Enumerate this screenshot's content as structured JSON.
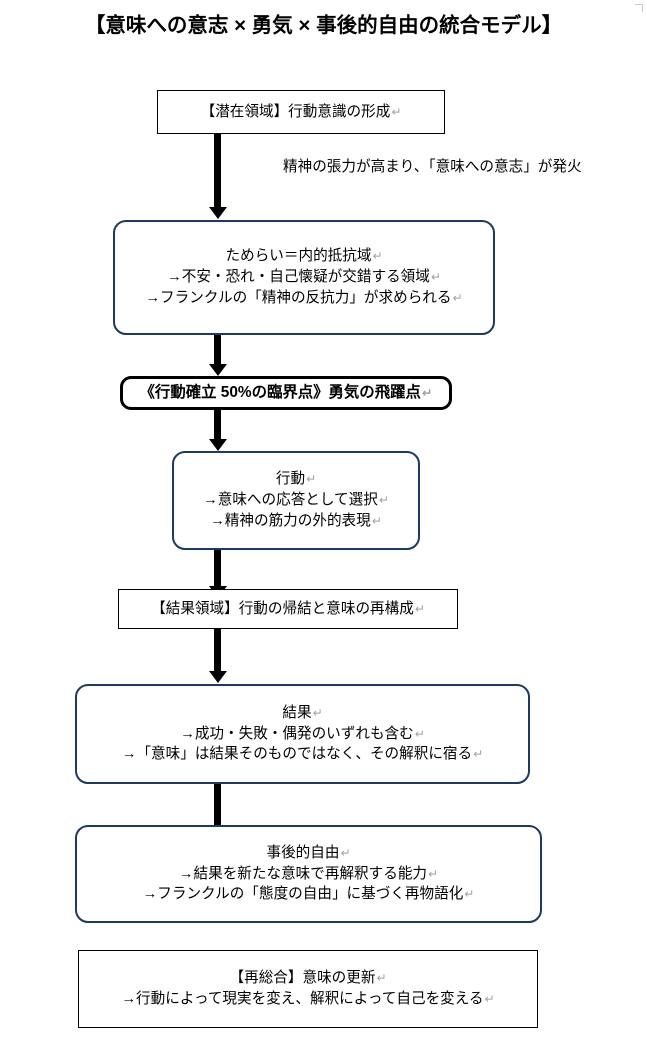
{
  "document": {
    "title": "【意味への意志 × 勇気 × 事後的自由の統合モデル】"
  },
  "symbols": {
    "pilcrow": "↵"
  },
  "annotations": [
    {
      "name": "tension-annotation",
      "text": "精神の張力が高まり、「意味への意志」が発火"
    }
  ],
  "nodes": [
    {
      "id": "latent-domain",
      "shape": "rectangle",
      "style": "thin-black",
      "lines": [
        "【潜在領域】行動意識の形成"
      ],
      "pilcrow_on": [
        0
      ]
    },
    {
      "id": "hesitation",
      "shape": "rounded",
      "style": "navy",
      "lines": [
        "ためらい＝内的抵抗域",
        "→不安・恐れ・自己懐疑が交錯する領域",
        "→フランクルの「精神の反抗力」が求められる"
      ],
      "pilcrow_on": [
        0,
        1,
        2
      ]
    },
    {
      "id": "critical-point",
      "shape": "rounded",
      "style": "bold-black",
      "lines": [
        "《行動確立 50%の臨界点》勇気の飛躍点"
      ],
      "pilcrow_on": [
        0
      ]
    },
    {
      "id": "action",
      "shape": "rounded",
      "style": "navy",
      "lines": [
        "行動",
        "→意味への応答として選択",
        "→精神の筋力の外的表現"
      ],
      "pilcrow_on": [
        0,
        1,
        2
      ]
    },
    {
      "id": "result-domain",
      "shape": "rectangle",
      "style": "thin-black",
      "lines": [
        "【結果領域】行動の帰結と意味の再構成"
      ],
      "pilcrow_on": [
        0
      ]
    },
    {
      "id": "result",
      "shape": "rounded",
      "style": "navy",
      "lines": [
        "結果",
        "→成功・失敗・偶発のいずれも含む",
        "→「意味」は結果そのものではなく、その解釈に宿る"
      ],
      "pilcrow_on": [
        0,
        1,
        2
      ]
    },
    {
      "id": "posterior-freedom",
      "shape": "rounded",
      "style": "navy",
      "lines": [
        "事後的自由",
        "→結果を新たな意味で再解釈する能力",
        "→フランクルの「態度の自由」に基づく再物語化"
      ],
      "pilcrow_on": [
        0,
        1,
        2
      ]
    },
    {
      "id": "resynthesis",
      "shape": "rectangle",
      "style": "thin-black",
      "lines": [
        "【再総合】意味の更新",
        "→行動によって現実を変え、解釈によって自己を変える"
      ],
      "pilcrow_on": [
        0,
        1
      ]
    }
  ],
  "colors": {
    "navy_border": "#1F3864",
    "black_border": "#000000",
    "arrow": "#000000",
    "background": "#FFFFFF"
  }
}
